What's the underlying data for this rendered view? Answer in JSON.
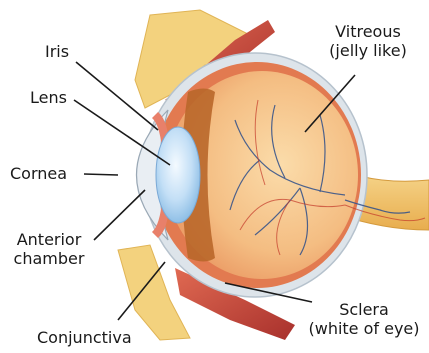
{
  "labels": {
    "iris": "Iris",
    "lens": "Lens",
    "cornea": "Cornea",
    "anterior_chamber": [
      "Anterior",
      "chamber"
    ],
    "conjunctiva": "Conjunctiva",
    "vitreous": [
      "Vitreous",
      "(jelly like)"
    ],
    "sclera": [
      "Sclera",
      "(white of eye)"
    ]
  },
  "colors": {
    "sclera": "#dde4ea",
    "choroid": "#e27a50",
    "interior": "#f6c88c",
    "iris": "#e8806a",
    "lens": "#b9d8f4",
    "vessels": "#2f4f8a",
    "optic_nerve": "#f2c873",
    "eyelid": "#f3d27e",
    "muscle": "#c9473c"
  }
}
